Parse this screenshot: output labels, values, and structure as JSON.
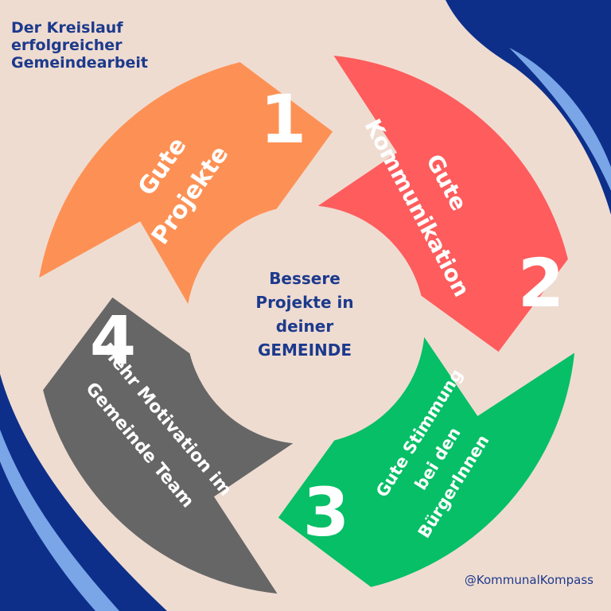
{
  "title_lines": [
    "Der Kreislauf",
    "erfolgreicher",
    "Gemeindearbeit"
  ],
  "center_lines": [
    "Bessere",
    "Projekte in",
    "deiner",
    "GEMEINDE"
  ],
  "handle": "@KommunalKompass",
  "segments": [
    {
      "number": "1",
      "lines": [
        "Gute",
        "Projekte"
      ],
      "color": "#fd9155"
    },
    {
      "number": "2",
      "lines": [
        "Gute",
        "Kommunikation"
      ],
      "color": "#fe5c5d"
    },
    {
      "number": "3",
      "lines": [
        "Gute Stimmung",
        "bei den",
        "BürgerInnen"
      ],
      "color": "#06bf66"
    },
    {
      "number": "4",
      "lines": [
        "Mehr Motivation im",
        "Gemeinde Team"
      ],
      "color": "#666666"
    }
  ],
  "colors": {
    "background": "#efdcd1",
    "navy": "#1c3a8c",
    "accent_blue": "#7aa6e8"
  }
}
